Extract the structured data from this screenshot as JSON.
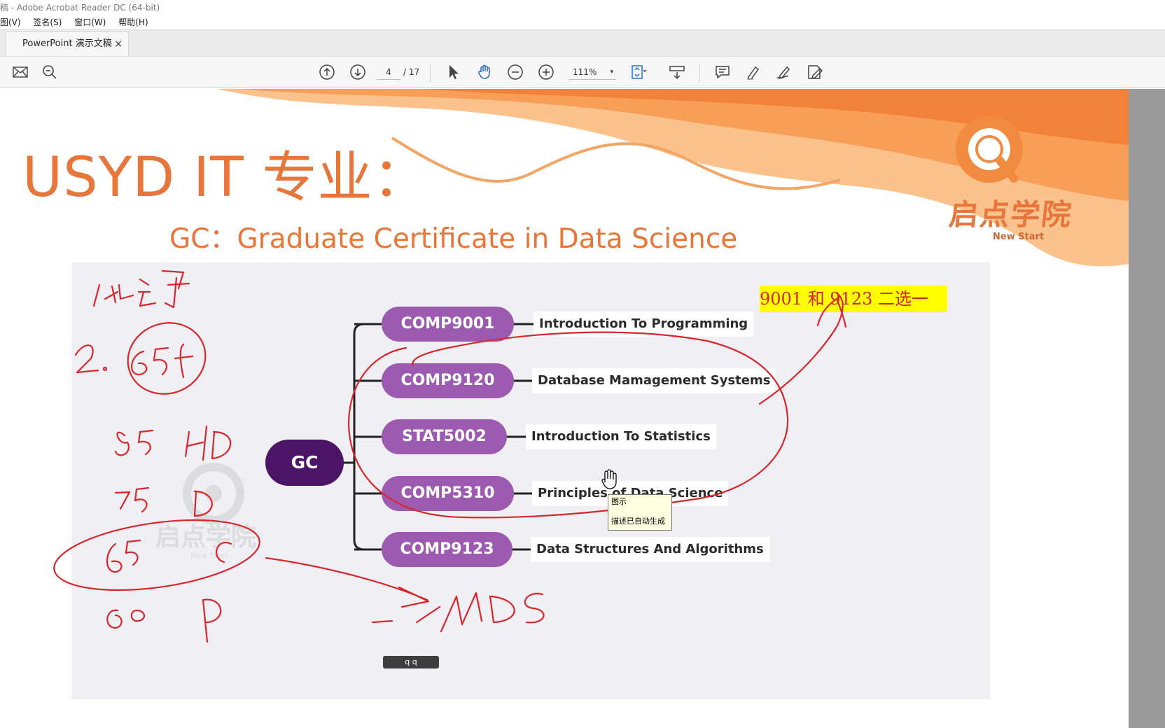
{
  "window": {
    "title": "稿 - Adobe Acrobat Reader DC (64-bit)"
  },
  "menu": {
    "items": [
      "图(V)",
      "签名(S)",
      "窗口(W)",
      "帮助(H)"
    ]
  },
  "tabs": [
    {
      "label": "PowerPoint 演示文稿",
      "close": "×"
    }
  ],
  "toolbar": {
    "current_page": "4",
    "total_pages": "/ 17",
    "zoom": "111%",
    "zoom_caret": "▾"
  },
  "slide": {
    "title": "USYD IT 专业：",
    "subtitle": "GC：Graduate Certificate in Data Science",
    "logo_cn": "启点学院",
    "logo_en": "New Start",
    "note": "9001 和 9123 二选一",
    "root_node": "GC",
    "courses": [
      {
        "code": "COMP9001",
        "name": "Introduction To Programming"
      },
      {
        "code": "COMP9120",
        "name": "Database Mamagement Systems"
      },
      {
        "code": "STAT5002",
        "name": "Introduction To Statistics"
      },
      {
        "code": "COMP5310",
        "name": "Principles of Data Science"
      },
      {
        "code": "COMP9123",
        "name": "Data Structures And Algorithms"
      }
    ],
    "tooltip": {
      "line1": "图示",
      "line2": "描述已自动生成"
    },
    "qq_tag": "q q"
  },
  "colors": {
    "accent_orange": "#e8763a",
    "gc_node": "#4b1466",
    "course_node": "#9c5bb0",
    "note_bg": "#ffff00",
    "note_text": "#d4252a",
    "ink_red": "#d8262c"
  }
}
